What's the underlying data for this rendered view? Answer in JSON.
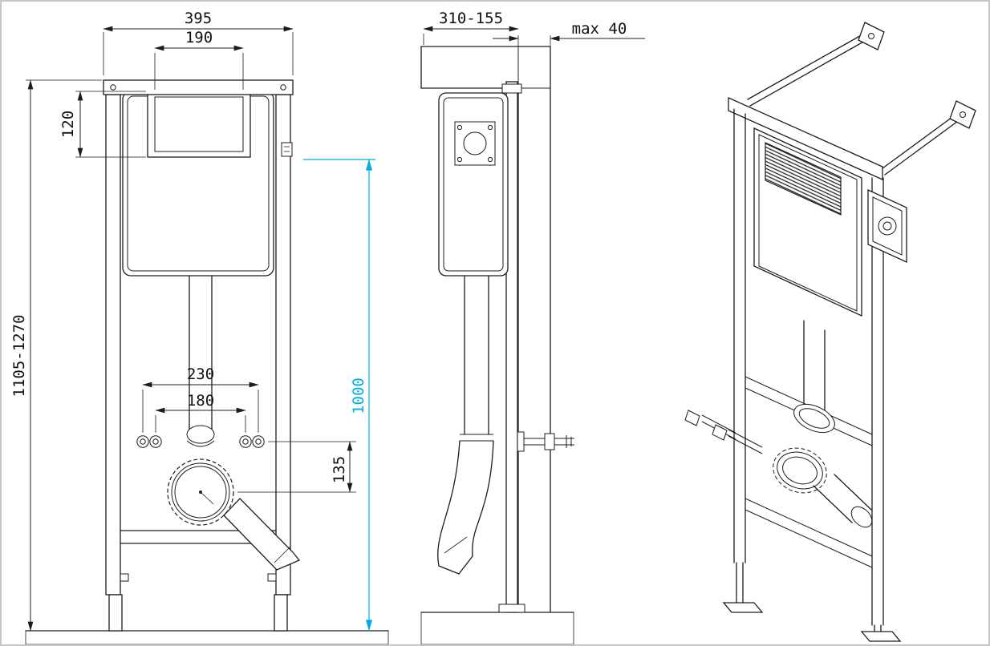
{
  "dims": {
    "front_width": "395",
    "plate_width": "190",
    "plate_height": "120",
    "frame_height": "1105-1270",
    "bolt_outer": "230",
    "bolt_inner": "180",
    "outlet_height": "135",
    "flush_height": "1000",
    "depth": "310-155",
    "finish_max": "max 40"
  },
  "colors": {
    "line": "#1c1c1c",
    "accent": "#00ACE8"
  }
}
